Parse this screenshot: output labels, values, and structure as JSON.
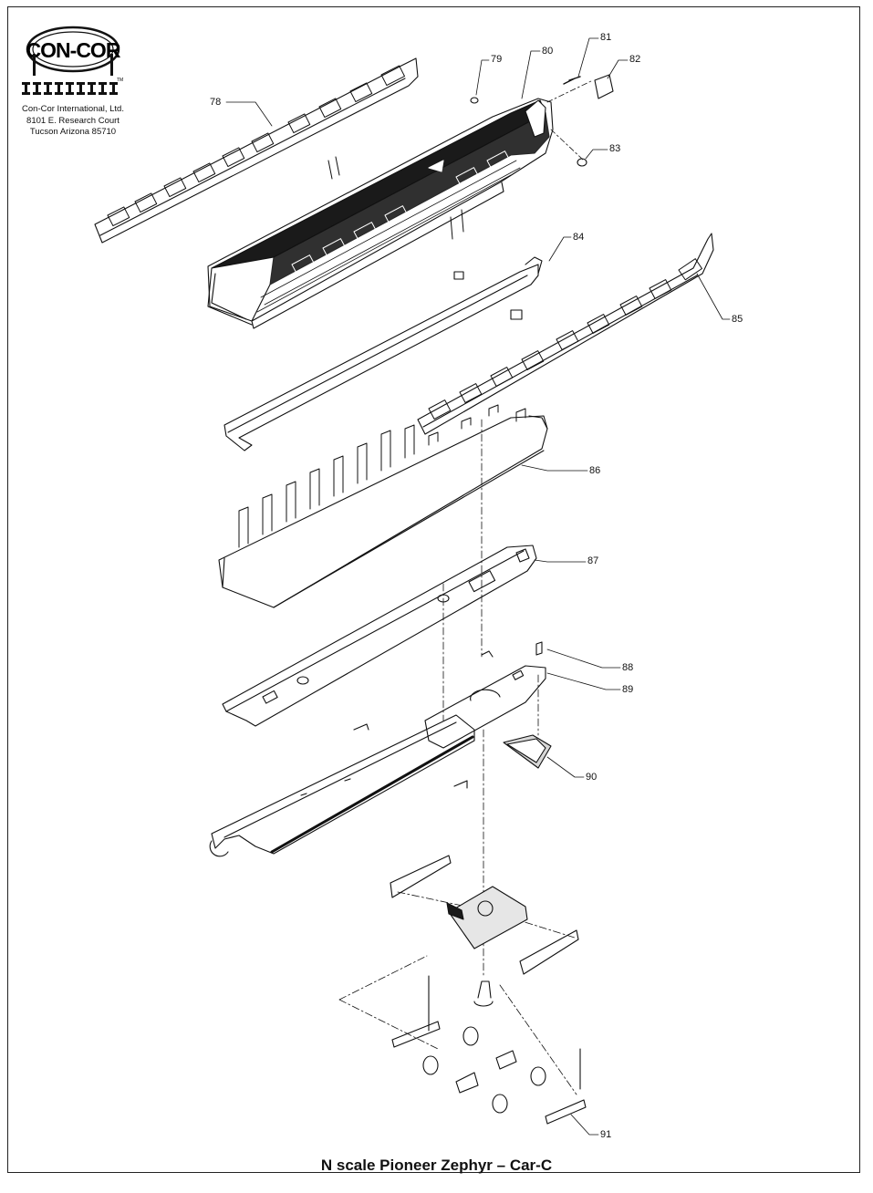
{
  "logo": {
    "name": "CON-COR",
    "tm": "TM"
  },
  "company": {
    "name": "Con-Cor International, Ltd.",
    "street": "8101 E. Research Court",
    "city": "Tucson Arizona 85710"
  },
  "callouts": [
    {
      "id": "78",
      "label": "78"
    },
    {
      "id": "79",
      "label": "79"
    },
    {
      "id": "80",
      "label": "80"
    },
    {
      "id": "81",
      "label": "81"
    },
    {
      "id": "82",
      "label": "82"
    },
    {
      "id": "83",
      "label": "83"
    },
    {
      "id": "84",
      "label": "84"
    },
    {
      "id": "85",
      "label": "85"
    },
    {
      "id": "86",
      "label": "86"
    },
    {
      "id": "87",
      "label": "87"
    },
    {
      "id": "88",
      "label": "88"
    },
    {
      "id": "89",
      "label": "89"
    },
    {
      "id": "90",
      "label": "90"
    },
    {
      "id": "91",
      "label": "91"
    }
  ],
  "caption": "N scale Pioneer Zephyr – Car-C"
}
